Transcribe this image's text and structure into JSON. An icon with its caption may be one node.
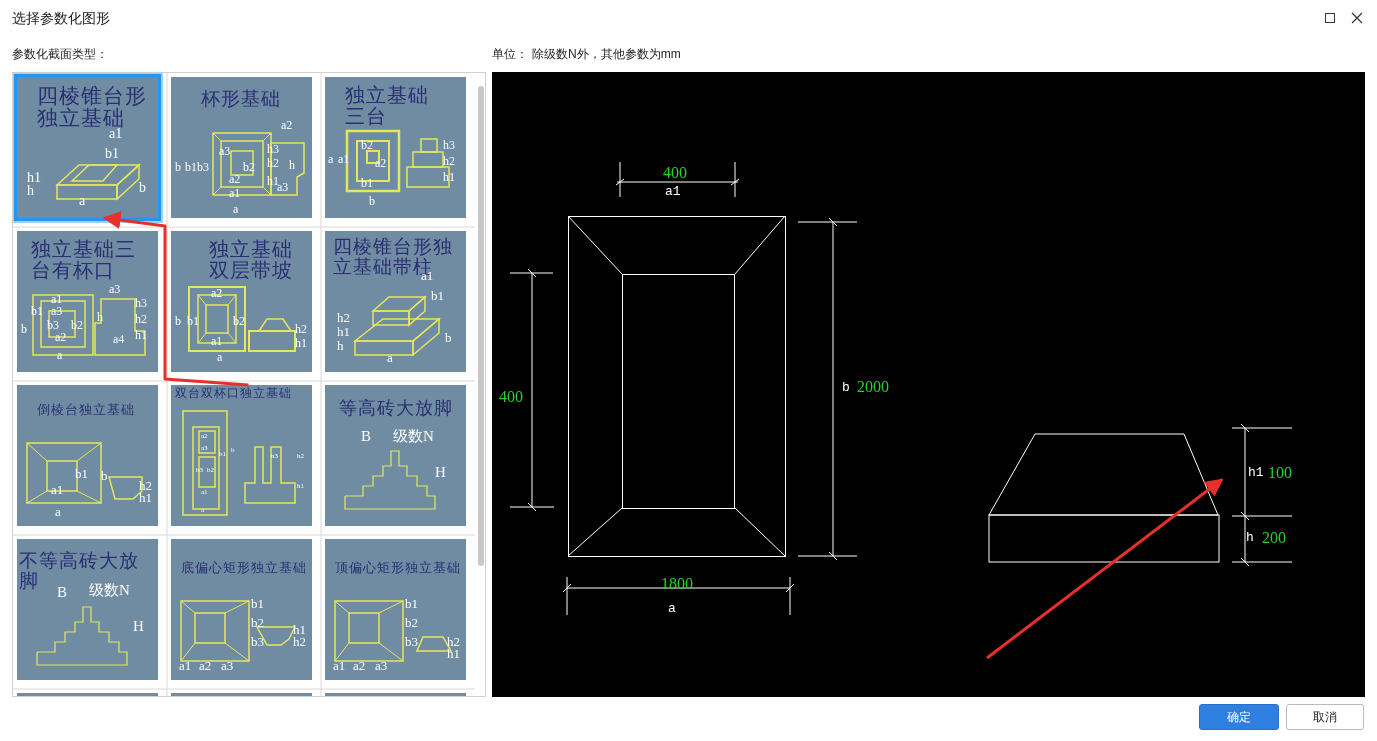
{
  "diagram": {
    "title": "选择参数化图形",
    "nodes": [
      {
        "text": [
          "四棱锥台形独立基础",
          "a1",
          "b1",
          "h1",
          "h",
          "b",
          "a"
        ]
      },
      {
        "text": [
          "杯形基础",
          "a2",
          "b",
          "b1",
          "b3",
          "a3",
          "b2",
          "a2",
          "a1",
          "a",
          "h3",
          "h2",
          "h1",
          "h",
          "a3"
        ]
      },
      {
        "text": [
          "独立基础三台",
          "a",
          "a1",
          "b2",
          "a2",
          "b1",
          "b",
          "h3",
          "h2",
          "h1"
        ]
      },
      {
        "text": [
          "独立基础三台有杯口",
          "a1",
          "b1",
          "a3",
          "b3",
          "b2",
          "a2",
          "b",
          "a",
          "a3",
          "h",
          "h3",
          "h2",
          "h1",
          "a4"
        ]
      },
      {
        "text": [
          "独立基础双层带坡",
          "a2",
          "b",
          "b1",
          "b2",
          "a1",
          "a",
          "h2",
          "h1"
        ]
      },
      {
        "text": [
          "四棱锥台形独立基础带柱",
          "a1",
          "b1",
          "h2",
          "h1",
          "h",
          "b",
          "a"
        ]
      },
      {
        "text": [
          "倒棱台独立基础",
          "b1",
          "b",
          "a1",
          "a",
          "h2",
          "h1"
        ]
      },
      {
        "text": [
          "双台双杯口独立基础",
          "a2",
          "a3",
          "b1",
          "b",
          "b3",
          "b2",
          "a1",
          "a",
          "h3",
          "h2",
          "h1"
        ]
      },
      {
        "text": [
          "等高砖大放脚",
          "B",
          "级数N",
          "H"
        ]
      },
      {
        "text": [
          "不等高砖大放脚",
          "B",
          "级数N",
          "H"
        ]
      },
      {
        "text": [
          "底偏心矩形独立基础",
          "b1",
          "b2",
          "b3",
          "a1",
          "a2",
          "a3",
          "h1",
          "h2"
        ]
      },
      {
        "text": [
          "顶偏心矩形独立基础",
          "b1",
          "b2",
          "b3",
          "a1",
          "a2",
          "a3",
          "h2",
          "h1"
        ]
      },
      {
        "text": [],
        "shape": "box"
      },
      {
        "text": [],
        "shape": "box"
      },
      {
        "text": [],
        "shape": "box"
      },
      {
        "text": [],
        "shape": "picture"
      }
    ],
    "edges": [
      {
        "from": 7,
        "to": 0,
        "arrow": "to"
      },
      {
        "from": null,
        "to": 15,
        "arrow": "to"
      }
    ],
    "labels": [
      "参数化截面类型：",
      "单位：",
      "除级数N外，其他参数为mm",
      "400",
      "a1",
      "400",
      "b",
      "2000",
      "1800",
      "a",
      "h1",
      "100",
      "h",
      "200",
      "确定",
      "取消"
    ]
  }
}
